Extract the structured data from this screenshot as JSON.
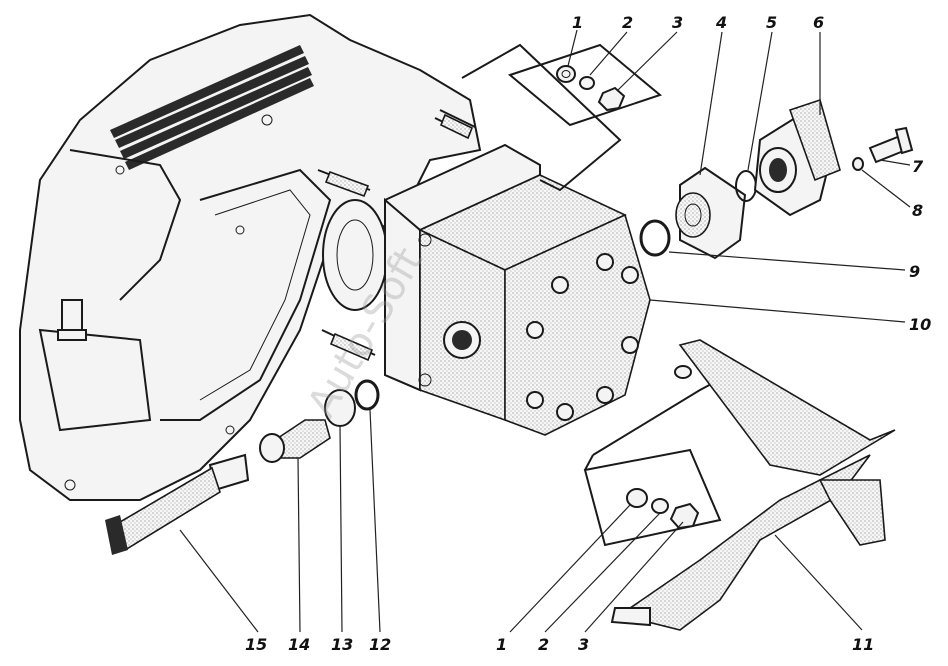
{
  "diagram": {
    "callouts": [
      {
        "id": "c1-top",
        "label": "1"
      },
      {
        "id": "c2-top",
        "label": "2"
      },
      {
        "id": "c3-top",
        "label": "3"
      },
      {
        "id": "c4",
        "label": "4"
      },
      {
        "id": "c5",
        "label": "5"
      },
      {
        "id": "c6",
        "label": "6"
      },
      {
        "id": "c7",
        "label": "7"
      },
      {
        "id": "c8",
        "label": "8"
      },
      {
        "id": "c9",
        "label": "9"
      },
      {
        "id": "c10",
        "label": "10"
      },
      {
        "id": "c11",
        "label": "11"
      },
      {
        "id": "c15",
        "label": "15"
      },
      {
        "id": "c14",
        "label": "14"
      },
      {
        "id": "c13",
        "label": "13"
      },
      {
        "id": "c12",
        "label": "12"
      },
      {
        "id": "c1-bot",
        "label": "1"
      },
      {
        "id": "c2-bot",
        "label": "2"
      },
      {
        "id": "c3-bot",
        "label": "3"
      }
    ],
    "watermark": "Auto-Soft"
  }
}
